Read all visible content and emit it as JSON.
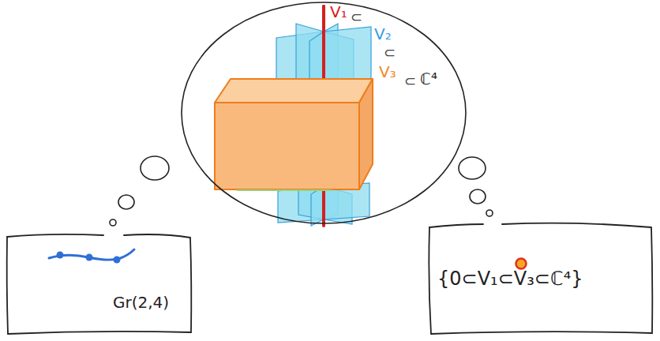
{
  "diagram": {
    "nodes": [
      {
        "text": [
          "V₁",
          "⊂",
          "V₂",
          "⊂",
          "V₃",
          "⊂",
          "ℂ⁴"
        ]
      },
      {
        "text": [
          "Gr(2,4)"
        ]
      },
      {
        "text": [
          "{0⊂V₁⊂V₃⊂ℂ⁴}"
        ]
      }
    ]
  }
}
